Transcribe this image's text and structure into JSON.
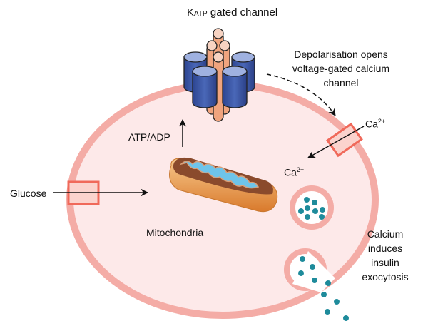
{
  "labels": {
    "katp_prefix": "K",
    "katp_sub": "ATP",
    "katp_rest": " gated channel",
    "depolarisation": [
      "Depolarisation opens",
      "voltage-gated calcium",
      "channel"
    ],
    "ca_outside": "Ca",
    "ca_inside": "Ca",
    "ca_charge": "2+",
    "atp_adp": "ATP/ADP",
    "glucose": "Glucose",
    "mitochondria": "Mitochondria",
    "calcium_exocytosis": [
      "Calcium",
      "induces",
      "insulin",
      "exocytosis"
    ]
  },
  "colors": {
    "membrane": "#f4aca6",
    "cytoplasm": "#fde9e9",
    "transporter_stroke": "#f0695a",
    "transporter_fill": "#fbd3cd",
    "channel_blue": "#3d5aa8",
    "channel_orange": "#f0a47e",
    "insulin_granule": "#1e8b9b"
  }
}
